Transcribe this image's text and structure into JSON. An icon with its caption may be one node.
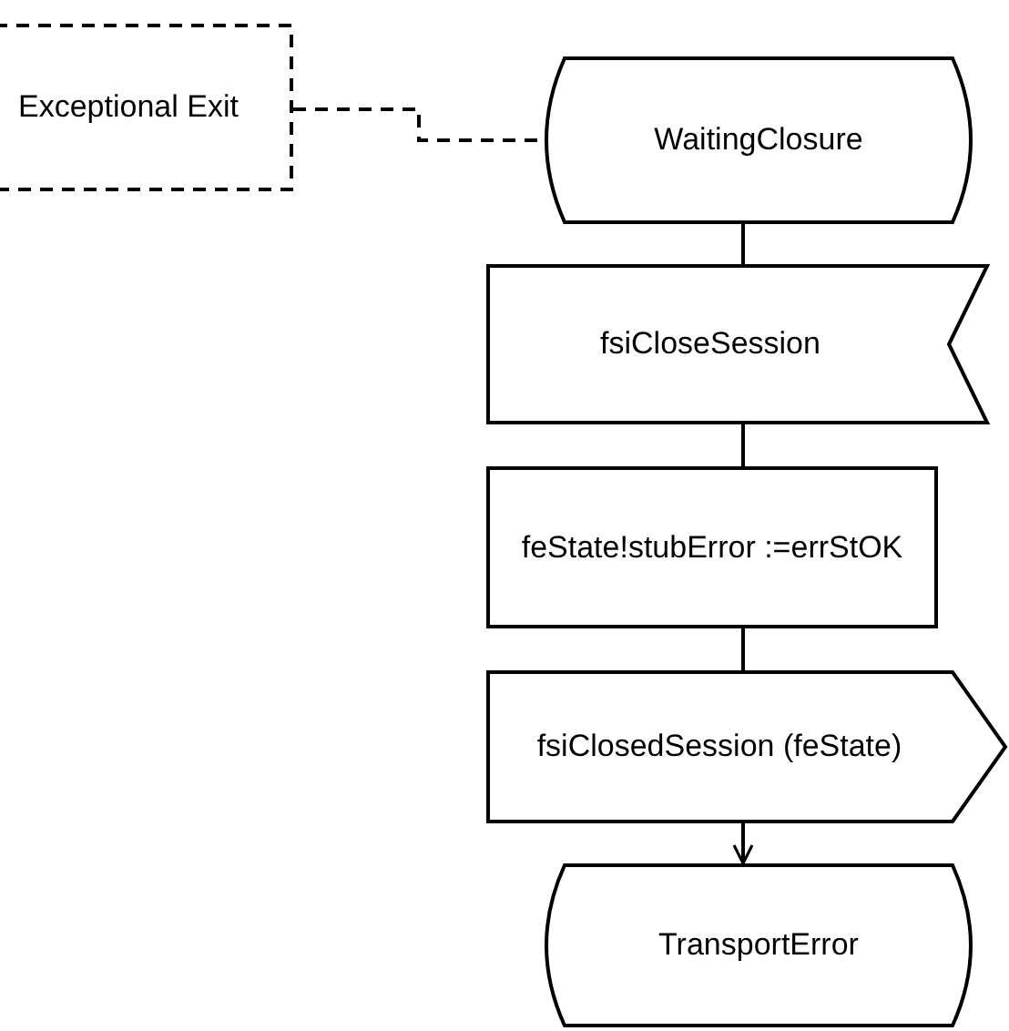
{
  "diagram": {
    "nodes": [
      {
        "text": [
          "Exceptional Exit"
        ]
      },
      {
        "text": [
          "WaitingClosure"
        ]
      },
      {
        "text": [
          "fsiCloseSession"
        ]
      },
      {
        "text": [
          "feState!stubError :=errStOK"
        ]
      },
      {
        "text": [
          "fsiClosedSession (feState)"
        ]
      },
      {
        "text": [
          "TransportError"
        ]
      }
    ],
    "edges": [
      {
        "from": 0,
        "to": 1,
        "arrow": "none",
        "style": "dashed"
      },
      {
        "from": 1,
        "to": 2,
        "arrow": "none"
      },
      {
        "from": 2,
        "to": 3,
        "arrow": "none"
      },
      {
        "from": 3,
        "to": 4,
        "arrow": "none"
      },
      {
        "from": 4,
        "to": 5,
        "arrow": "to"
      }
    ]
  }
}
